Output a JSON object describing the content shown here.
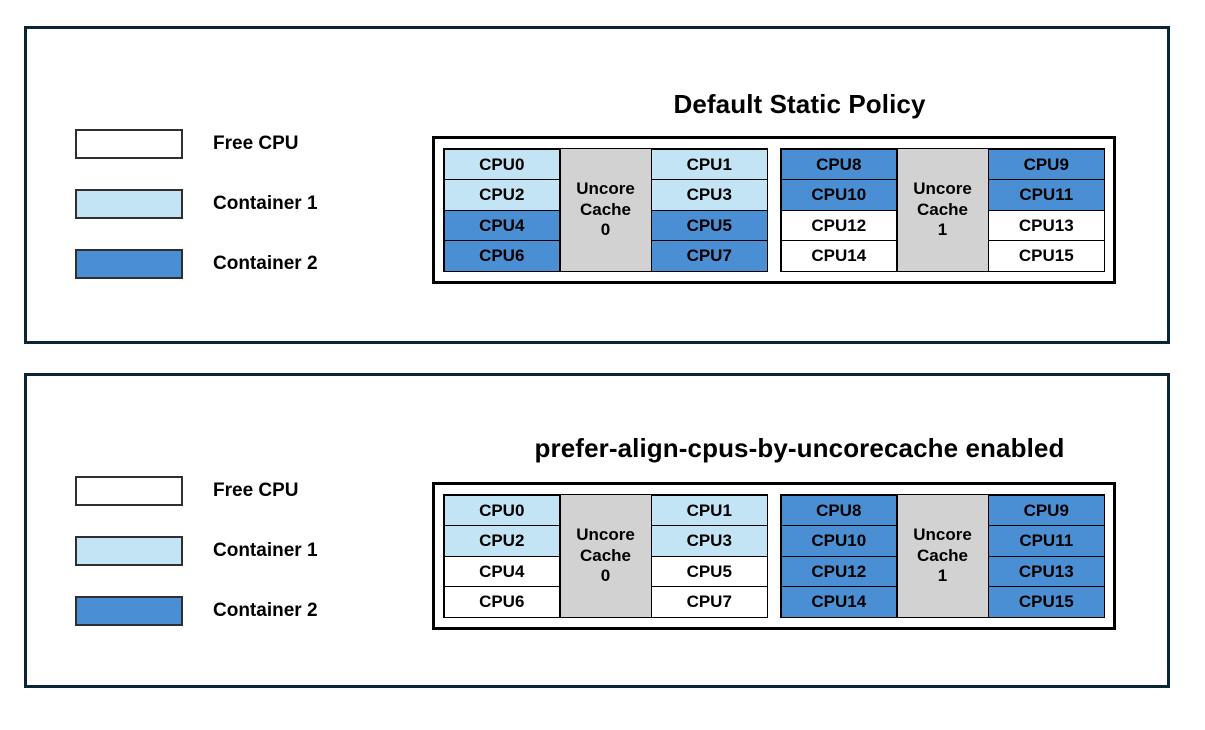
{
  "legend": {
    "items": [
      {
        "label": "Free CPU",
        "fill": "free",
        "color": "#ffffff"
      },
      {
        "label": "Container 1",
        "fill": "container1",
        "color": "#c3e4f4"
      },
      {
        "label": "Container 2",
        "fill": "container2",
        "color": "#4a8fd4"
      }
    ]
  },
  "panels": [
    {
      "id": "default",
      "title": "Default Static Policy",
      "clusters": [
        {
          "cache_label_line1": "Uncore",
          "cache_label_line2": "Cache",
          "cache_index": "0",
          "left_column": [
            {
              "label": "CPU0",
              "fill": "container1"
            },
            {
              "label": "CPU2",
              "fill": "container1"
            },
            {
              "label": "CPU4",
              "fill": "container2"
            },
            {
              "label": "CPU6",
              "fill": "container2"
            }
          ],
          "right_column": [
            {
              "label": "CPU1",
              "fill": "container1"
            },
            {
              "label": "CPU3",
              "fill": "container1"
            },
            {
              "label": "CPU5",
              "fill": "container2"
            },
            {
              "label": "CPU7",
              "fill": "container2"
            }
          ]
        },
        {
          "cache_label_line1": "Uncore",
          "cache_label_line2": "Cache",
          "cache_index": "1",
          "left_column": [
            {
              "label": "CPU8",
              "fill": "container2"
            },
            {
              "label": "CPU10",
              "fill": "container2"
            },
            {
              "label": "CPU12",
              "fill": "free"
            },
            {
              "label": "CPU14",
              "fill": "free"
            }
          ],
          "right_column": [
            {
              "label": "CPU9",
              "fill": "container2"
            },
            {
              "label": "CPU11",
              "fill": "container2"
            },
            {
              "label": "CPU13",
              "fill": "free"
            },
            {
              "label": "CPU15",
              "fill": "free"
            }
          ]
        }
      ]
    },
    {
      "id": "enabled",
      "title": "prefer-align-cpus-by-uncorecache enabled",
      "clusters": [
        {
          "cache_label_line1": "Uncore",
          "cache_label_line2": "Cache",
          "cache_index": "0",
          "left_column": [
            {
              "label": "CPU0",
              "fill": "container1"
            },
            {
              "label": "CPU2",
              "fill": "container1"
            },
            {
              "label": "CPU4",
              "fill": "free"
            },
            {
              "label": "CPU6",
              "fill": "free"
            }
          ],
          "right_column": [
            {
              "label": "CPU1",
              "fill": "container1"
            },
            {
              "label": "CPU3",
              "fill": "container1"
            },
            {
              "label": "CPU5",
              "fill": "free"
            },
            {
              "label": "CPU7",
              "fill": "free"
            }
          ]
        },
        {
          "cache_label_line1": "Uncore",
          "cache_label_line2": "Cache",
          "cache_index": "1",
          "left_column": [
            {
              "label": "CPU8",
              "fill": "container2"
            },
            {
              "label": "CPU10",
              "fill": "container2"
            },
            {
              "label": "CPU12",
              "fill": "container2"
            },
            {
              "label": "CPU14",
              "fill": "container2"
            }
          ],
          "right_column": [
            {
              "label": "CPU9",
              "fill": "container2"
            },
            {
              "label": "CPU11",
              "fill": "container2"
            },
            {
              "label": "CPU13",
              "fill": "container2"
            },
            {
              "label": "CPU15",
              "fill": "container2"
            }
          ]
        }
      ]
    }
  ]
}
